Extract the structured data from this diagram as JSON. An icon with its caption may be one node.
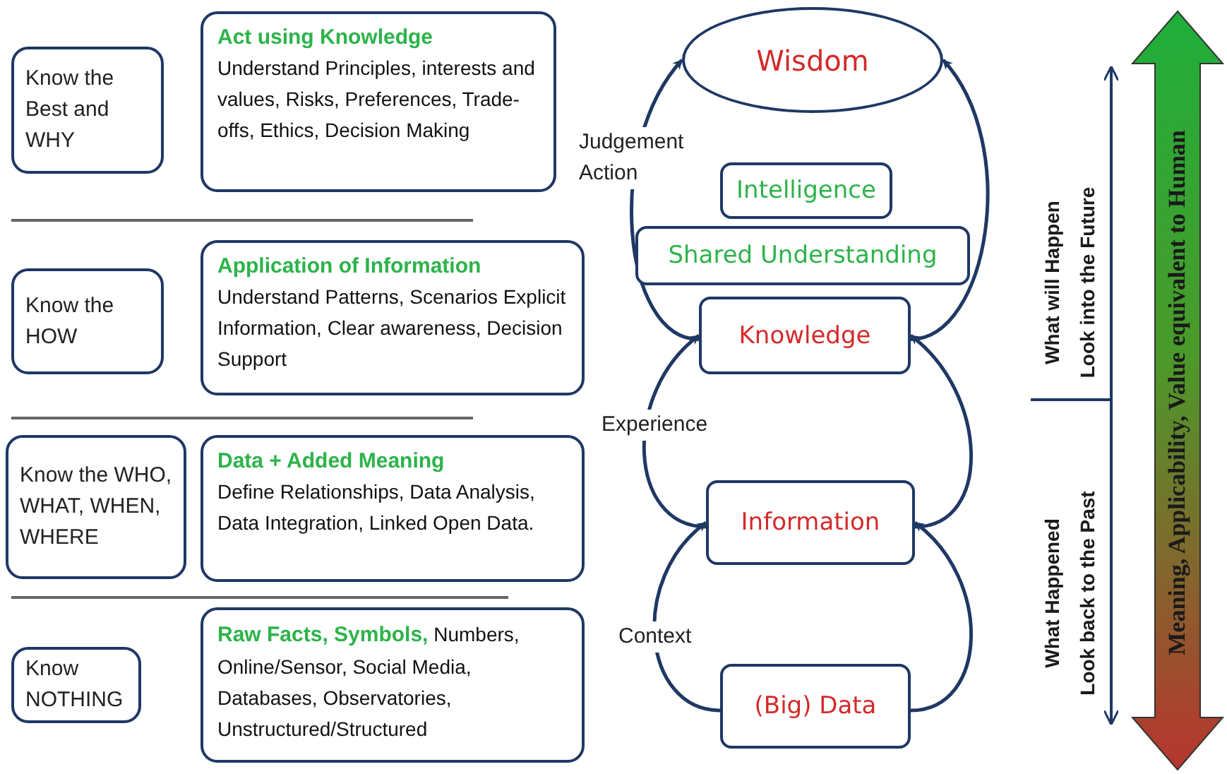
{
  "diagram": {
    "nodes": [
      {
        "text": [
          "Know the Best and WHY"
        ]
      },
      {
        "text": [
          "Act using Knowledge",
          "Understand Principles, interests and values, Risks, Preferences, Trade-offs, Ethics, Decision Making"
        ]
      },
      {
        "text": [
          "Know the HOW"
        ]
      },
      {
        "text": [
          "Application of Information",
          "Understand Patterns, Scenarios Explicit Information, Clear awareness, Decision Support"
        ]
      },
      {
        "text": [
          "Know the WHO, WHAT, WHEN, WHERE"
        ]
      },
      {
        "text": [
          "Data + Added Meaning",
          "Define Relationships, Data Analysis, Data Integration, Linked Open Data."
        ]
      },
      {
        "text": [
          "Know NOTHING"
        ]
      },
      {
        "text": [
          "Raw Facts, Symbols,",
          "Numbers, Online/Sensor, Social Media, Databases, Observatories, Unstructured/Structured"
        ]
      },
      {
        "text": [
          "Wisdom"
        ]
      },
      {
        "text": [
          "Intelligence"
        ]
      },
      {
        "text": [
          "Shared Understanding"
        ]
      },
      {
        "text": [
          "Knowledge"
        ]
      },
      {
        "text": [
          "Information"
        ]
      },
      {
        "text": [
          "(Big) Data"
        ]
      }
    ],
    "edges": [
      {
        "from": 11,
        "to": 8,
        "arrow": "to",
        "label": "Judgement Action"
      },
      {
        "from": 11,
        "to": 8,
        "arrow": "to"
      },
      {
        "from": 12,
        "to": 11,
        "arrow": "to",
        "label": "Experience"
      },
      {
        "from": 12,
        "to": 11,
        "arrow": "to"
      },
      {
        "from": 13,
        "to": 12,
        "arrow": "to",
        "label": "Context"
      },
      {
        "from": 13,
        "to": 12,
        "arrow": "to"
      }
    ],
    "labels": [
      "What will Happen",
      "Look into the Future",
      "What Happened",
      "Look back to the Past",
      "Meaning, Applicability, Value equivalent to Human"
    ]
  }
}
